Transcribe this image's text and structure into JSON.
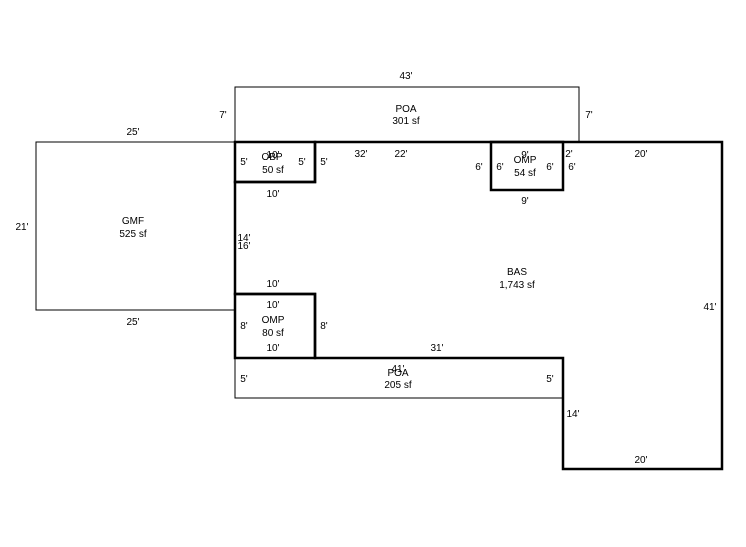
{
  "areas": {
    "poa_top": {
      "code": "POA",
      "area": "301 sf",
      "top": "43'",
      "left": "7'",
      "right": "7'"
    },
    "gmf": {
      "code": "GMF",
      "area": "525 sf",
      "top": "25'",
      "bottom": "25'",
      "left": "21'"
    },
    "obp": {
      "code": "OBP",
      "area": "50 sf",
      "top": "10'",
      "left": "5'",
      "right": "5'",
      "bottom": "10'"
    },
    "omp_upper": {
      "code": "OMP",
      "area": "54 sf",
      "top": "9'",
      "bottom": "9'",
      "left": "6'",
      "right": "6'"
    },
    "bas": {
      "code": "BAS",
      "area": "1,743 sf",
      "top_1": "32'",
      "top_2": "22'",
      "top_3": "2'",
      "top_4": "20'",
      "right": "41'",
      "bottom": "20'",
      "step_left": "14'",
      "bottom_long": "31'",
      "left_side": "14'",
      "left_side_2": "16'",
      "inner_left_top": "5'",
      "inner_right": "6'",
      "notch_top": "10'",
      "notch_bottom": "10'"
    },
    "omp_lower": {
      "code": "OMP",
      "area": "80 sf",
      "top": "10'",
      "bottom": "10'",
      "left": "8'",
      "right": "8'"
    },
    "poa_bottom": {
      "code": "POA",
      "area": "205 sf",
      "left": "5'",
      "right": "5'",
      "overlap": "41'"
    }
  }
}
